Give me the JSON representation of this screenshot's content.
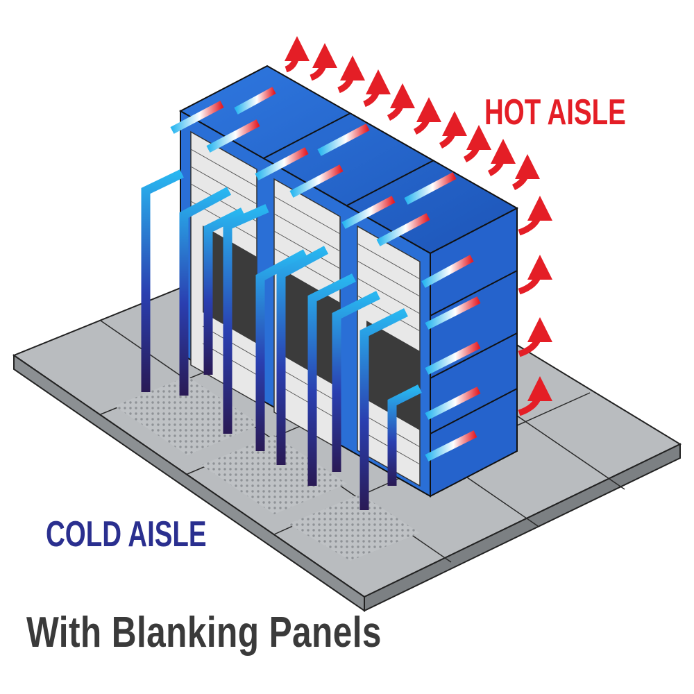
{
  "labels": {
    "hot_aisle": "HOT AISLE",
    "cold_aisle": "COLD AISLE",
    "caption": "With Blanking Panels"
  },
  "colors": {
    "hot": "#e41e26",
    "cold": "#2a2f8f",
    "caption": "#3a3a3a",
    "rack": "#2a6fd6",
    "floor": "#b9bcbf"
  },
  "diagram": {
    "racks": 3,
    "floor_tiles": "raised floor",
    "airflow": [
      "cold-supply",
      "hot-exhaust"
    ]
  }
}
